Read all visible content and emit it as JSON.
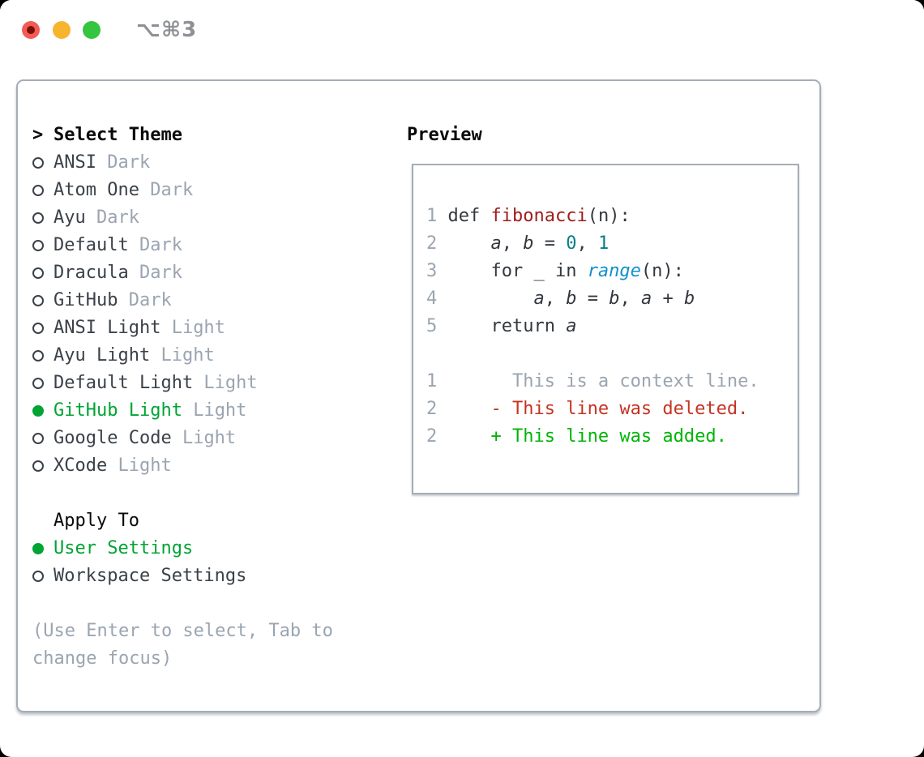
{
  "window": {
    "title": "⌥⌘3"
  },
  "traffic_lights": [
    {
      "name": "close",
      "color": "#f25c54"
    },
    {
      "name": "minimize",
      "color": "#f7b42e"
    },
    {
      "name": "zoom",
      "color": "#35c53f"
    }
  ],
  "colors": {
    "accent_green": "#00a434",
    "add_green": "#00b408",
    "del_red": "#c43422",
    "func_red": "#9e1c1c",
    "num_teal": "#047f85",
    "builtin_blue": "#1191cd",
    "muted_gray": "#9aa5b1",
    "text_dark": "#3a4149",
    "border_gray": "#a5adb7",
    "title_gray": "#8e9095"
  },
  "panel": {
    "select_theme": {
      "cursor": ">",
      "header": "Select Theme",
      "items": [
        {
          "name": "ANSI",
          "variant": "Dark",
          "selected": false
        },
        {
          "name": "Atom One",
          "variant": "Dark",
          "selected": false
        },
        {
          "name": "Ayu",
          "variant": "Dark",
          "selected": false
        },
        {
          "name": "Default",
          "variant": "Dark",
          "selected": false
        },
        {
          "name": "Dracula",
          "variant": "Dark",
          "selected": false
        },
        {
          "name": "GitHub",
          "variant": "Dark",
          "selected": false
        },
        {
          "name": "ANSI Light",
          "variant": "Light",
          "selected": false
        },
        {
          "name": "Ayu Light",
          "variant": "Light",
          "selected": false
        },
        {
          "name": "Default Light",
          "variant": "Light",
          "selected": false
        },
        {
          "name": "GitHub Light",
          "variant": "Light",
          "selected": true
        },
        {
          "name": "Google Code",
          "variant": "Light",
          "selected": false
        },
        {
          "name": "XCode",
          "variant": "Light",
          "selected": false
        }
      ]
    },
    "apply_to": {
      "header": "Apply To",
      "options": [
        {
          "label": "User Settings",
          "selected": true
        },
        {
          "label": "Workspace Settings",
          "selected": false
        }
      ]
    },
    "hint_lines": [
      "(Use Enter to select, Tab to",
      "change focus)"
    ],
    "preview": {
      "header": "Preview",
      "lines": [
        {
          "num": "1",
          "parts": [
            [
              "code",
              "def "
            ],
            [
              "func",
              "fibonacci"
            ],
            [
              "code",
              "(n):"
            ]
          ]
        },
        {
          "num": "2",
          "parts": [
            [
              "code",
              "    "
            ],
            [
              "var",
              "a"
            ],
            [
              "code",
              ", "
            ],
            [
              "var",
              "b"
            ],
            [
              "code",
              " = "
            ],
            [
              "num",
              "0"
            ],
            [
              "code",
              ", "
            ],
            [
              "num",
              "1"
            ]
          ]
        },
        {
          "num": "3",
          "parts": [
            [
              "code",
              "    for _ in "
            ],
            [
              "builtin",
              "range"
            ],
            [
              "code",
              "(n):"
            ]
          ]
        },
        {
          "num": "4",
          "parts": [
            [
              "code",
              "        "
            ],
            [
              "var",
              "a"
            ],
            [
              "code",
              ", "
            ],
            [
              "var",
              "b"
            ],
            [
              "code",
              " = "
            ],
            [
              "var",
              "b"
            ],
            [
              "code",
              ", "
            ],
            [
              "var",
              "a"
            ],
            [
              "code",
              " + "
            ],
            [
              "var",
              "b"
            ]
          ]
        },
        {
          "num": "5",
          "parts": [
            [
              "code",
              "    return "
            ],
            [
              "var",
              "a"
            ]
          ]
        },
        {
          "num": "",
          "parts": []
        },
        {
          "num": "1",
          "parts": [
            [
              "ctx",
              "      This is a context line."
            ]
          ]
        },
        {
          "num": "2",
          "parts": [
            [
              "del",
              "    - This line was deleted."
            ]
          ]
        },
        {
          "num": "2",
          "parts": [
            [
              "add",
              "    + This line was added."
            ]
          ]
        }
      ]
    }
  }
}
